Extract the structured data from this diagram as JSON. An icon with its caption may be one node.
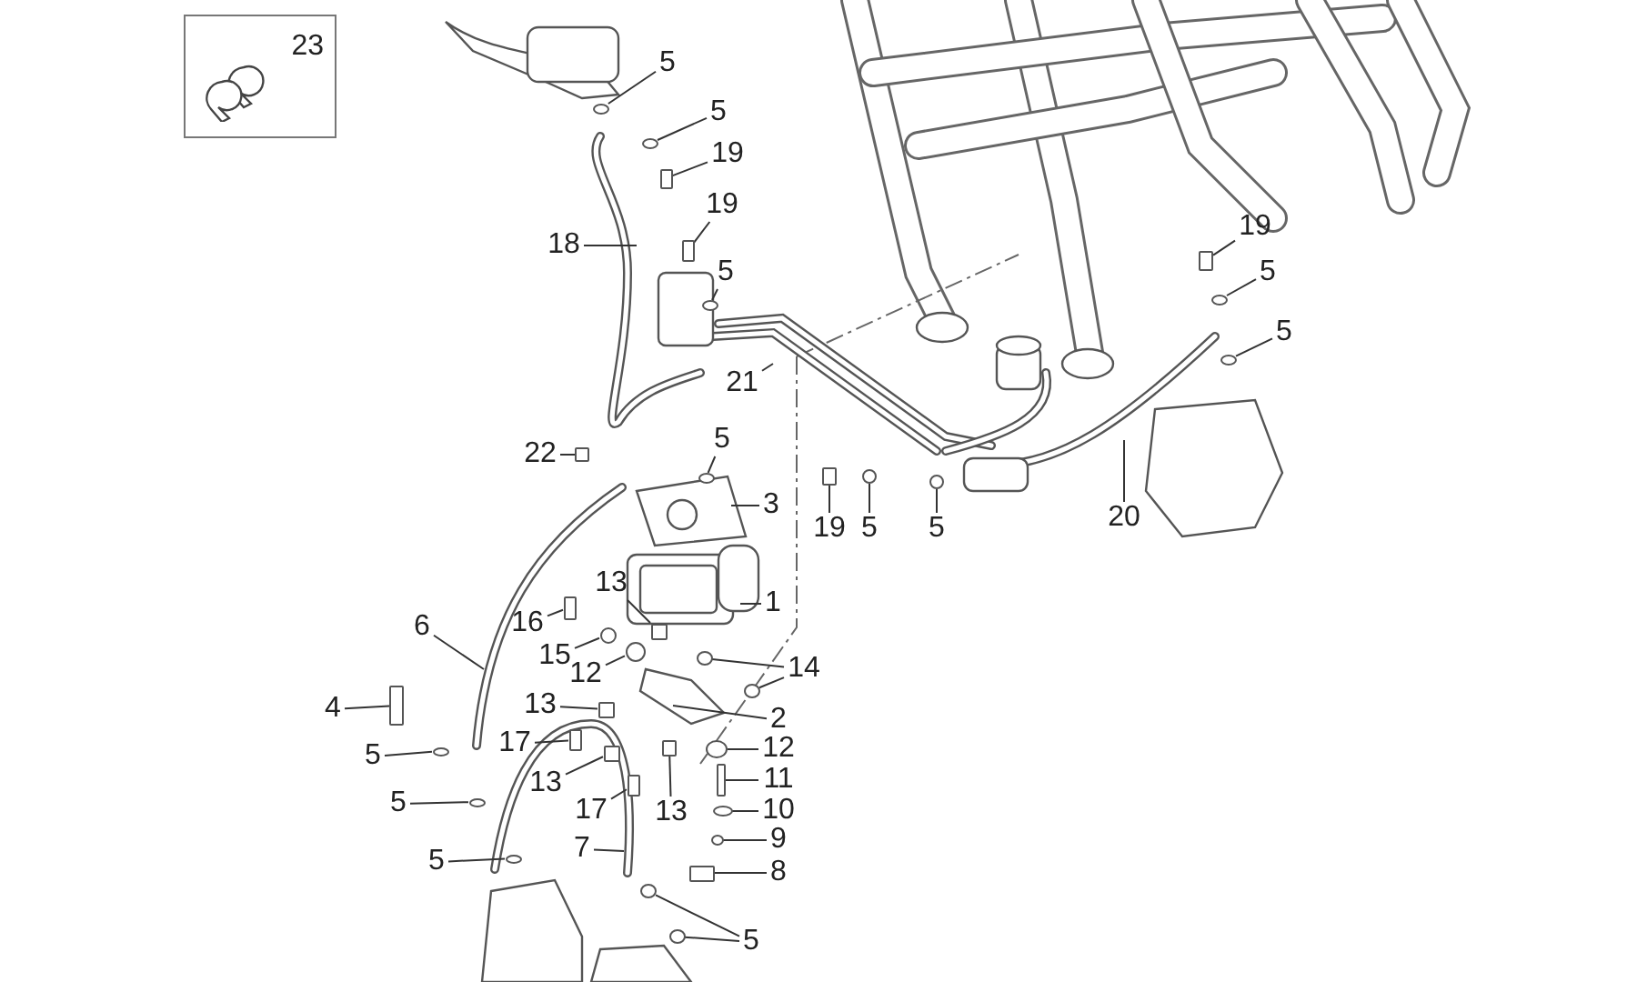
{
  "diagram": {
    "nodes": [
      {
        "text": [
          "23"
        ]
      },
      {
        "text": [
          "5"
        ]
      },
      {
        "text": [
          "5"
        ]
      },
      {
        "text": [
          "19"
        ]
      },
      {
        "text": [
          "19"
        ]
      },
      {
        "text": [
          "18"
        ]
      },
      {
        "text": [
          "5"
        ]
      },
      {
        "text": [
          "21"
        ]
      },
      {
        "text": [
          "5"
        ]
      },
      {
        "text": [
          "22"
        ]
      },
      {
        "text": [
          "3"
        ]
      },
      {
        "text": [
          "19"
        ]
      },
      {
        "text": [
          "5"
        ]
      },
      {
        "text": [
          "5"
        ]
      },
      {
        "text": [
          "20"
        ]
      },
      {
        "text": [
          "19"
        ]
      },
      {
        "text": [
          "5"
        ]
      },
      {
        "text": [
          "5"
        ]
      },
      {
        "text": [
          "13"
        ]
      },
      {
        "text": [
          "1"
        ]
      },
      {
        "text": [
          "6"
        ]
      },
      {
        "text": [
          "16"
        ]
      },
      {
        "text": [
          "15"
        ]
      },
      {
        "text": [
          "12"
        ]
      },
      {
        "text": [
          "14"
        ]
      },
      {
        "text": [
          "4"
        ]
      },
      {
        "text": [
          "13"
        ]
      },
      {
        "text": [
          "2"
        ]
      },
      {
        "text": [
          "5"
        ]
      },
      {
        "text": [
          "17"
        ]
      },
      {
        "text": [
          "12"
        ]
      },
      {
        "text": [
          "13"
        ]
      },
      {
        "text": [
          "11"
        ]
      },
      {
        "text": [
          "5"
        ]
      },
      {
        "text": [
          "17"
        ]
      },
      {
        "text": [
          "13"
        ]
      },
      {
        "text": [
          "10"
        ]
      },
      {
        "text": [
          "7"
        ]
      },
      {
        "text": [
          "9"
        ]
      },
      {
        "text": [
          "5"
        ]
      },
      {
        "text": [
          "8"
        ]
      },
      {
        "text": [
          "5"
        ]
      },
      {
        "text": [],
        "shape": "circle"
      },
      {
        "text": [],
        "shape": "circle"
      },
      {
        "text": [],
        "shape": "box"
      },
      {
        "text": [],
        "shape": "box"
      },
      {
        "text": [],
        "shape": "circle"
      },
      {
        "text": [],
        "shape": "circle"
      },
      {
        "text": [],
        "shape": "box"
      },
      {
        "text": [],
        "shape": "box"
      },
      {
        "text": [],
        "shape": "circle"
      },
      {
        "text": [],
        "shape": "circle"
      },
      {
        "text": [],
        "shape": "box"
      },
      {
        "text": [],
        "shape": "circle"
      },
      {
        "text": [],
        "shape": "circle"
      },
      {
        "text": [],
        "shape": "box"
      },
      {
        "text": [],
        "shape": "box"
      },
      {
        "text": [],
        "shape": "circle"
      },
      {
        "text": [],
        "shape": "circle"
      },
      {
        "text": [],
        "shape": "circle"
      },
      {
        "text": [],
        "shape": "circle"
      },
      {
        "text": [],
        "shape": "box"
      },
      {
        "text": [],
        "shape": "box"
      },
      {
        "text": [],
        "shape": "circle"
      },
      {
        "text": [],
        "shape": "box"
      },
      {
        "text": [],
        "shape": "circle"
      },
      {
        "text": [],
        "shape": "box"
      },
      {
        "text": [],
        "shape": "box"
      },
      {
        "text": [],
        "shape": "circle"
      },
      {
        "text": [],
        "shape": "box"
      },
      {
        "text": [],
        "shape": "box"
      },
      {
        "text": [],
        "shape": "circle"
      },
      {
        "text": [],
        "shape": "circle"
      },
      {
        "text": [],
        "shape": "circle"
      },
      {
        "text": [],
        "shape": "box"
      },
      {
        "text": [],
        "shape": "circle"
      },
      {
        "text": [],
        "shape": "circle"
      }
    ],
    "edges": [
      {
        "from": 1,
        "to": 42,
        "arrow": "none"
      },
      {
        "from": 2,
        "to": 43,
        "arrow": "none"
      },
      {
        "from": 3,
        "to": 44,
        "arrow": "none"
      },
      {
        "from": 4,
        "to": 45,
        "arrow": "none"
      },
      {
        "from": 5,
        "to": null,
        "arrow": "none"
      },
      {
        "from": 6,
        "to": 46,
        "arrow": "none"
      },
      {
        "from": 7,
        "to": null,
        "arrow": "none"
      },
      {
        "from": 8,
        "to": 47,
        "arrow": "none"
      },
      {
        "from": 9,
        "to": 48,
        "arrow": "none"
      },
      {
        "from": 10,
        "to": null,
        "arrow": "none"
      },
      {
        "from": 11,
        "to": 49,
        "arrow": "none"
      },
      {
        "from": 12,
        "to": 50,
        "arrow": "none"
      },
      {
        "from": 13,
        "to": 51,
        "arrow": "none"
      },
      {
        "from": 14,
        "to": null,
        "arrow": "none"
      },
      {
        "from": 15,
        "to": 52,
        "arrow": "none"
      },
      {
        "from": 16,
        "to": 53,
        "arrow": "none"
      },
      {
        "from": 17,
        "to": 54,
        "arrow": "none"
      },
      {
        "from": 18,
        "to": 55,
        "arrow": "none"
      },
      {
        "from": 19,
        "to": null,
        "arrow": "none"
      },
      {
        "from": 20,
        "to": null,
        "arrow": "none"
      },
      {
        "from": 21,
        "to": 56,
        "arrow": "none"
      },
      {
        "from": 22,
        "to": 57,
        "arrow": "none"
      },
      {
        "from": 23,
        "to": 58,
        "arrow": "none"
      },
      {
        "from": 24,
        "to": 59,
        "arrow": "none"
      },
      {
        "from": 24,
        "to": 60,
        "arrow": "none"
      },
      {
        "from": 25,
        "to": 61,
        "arrow": "none"
      },
      {
        "from": 26,
        "to": 62,
        "arrow": "none"
      },
      {
        "from": 27,
        "to": null,
        "arrow": "none"
      },
      {
        "from": 28,
        "to": 63,
        "arrow": "none"
      },
      {
        "from": 29,
        "to": 64,
        "arrow": "none"
      },
      {
        "from": 30,
        "to": 65,
        "arrow": "none"
      },
      {
        "from": 31,
        "to": 66,
        "arrow": "none"
      },
      {
        "from": 32,
        "to": 67,
        "arrow": "none"
      },
      {
        "from": 33,
        "to": 68,
        "arrow": "none"
      },
      {
        "from": 34,
        "to": 69,
        "arrow": "none"
      },
      {
        "from": 35,
        "to": 70,
        "arrow": "none"
      },
      {
        "from": 36,
        "to": 71,
        "arrow": "none"
      },
      {
        "from": 37,
        "to": null,
        "arrow": "none"
      },
      {
        "from": 38,
        "to": 72,
        "arrow": "none"
      },
      {
        "from": 39,
        "to": 73,
        "arrow": "none"
      },
      {
        "from": 40,
        "to": 74,
        "arrow": "none"
      },
      {
        "from": 41,
        "to": 75,
        "arrow": "none"
      },
      {
        "from": 41,
        "to": 76,
        "arrow": "none"
      }
    ]
  }
}
